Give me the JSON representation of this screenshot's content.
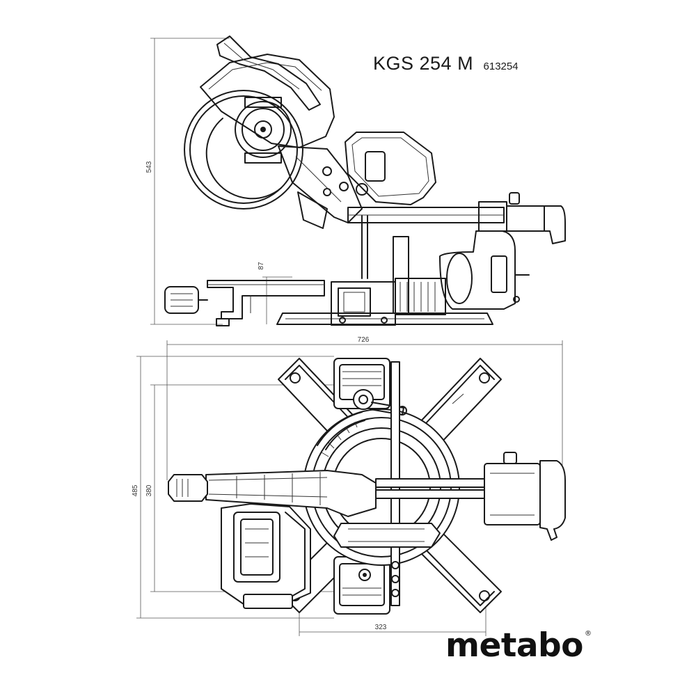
{
  "header": {
    "model": "KGS 254 M",
    "article_number": "613254"
  },
  "dimensions": {
    "height": "543",
    "table_height": "87",
    "width": "726",
    "depth": "485",
    "depth_inner": "380",
    "base_width": "323"
  },
  "brand": {
    "logo_text": "metabo",
    "registered_mark": "®"
  }
}
